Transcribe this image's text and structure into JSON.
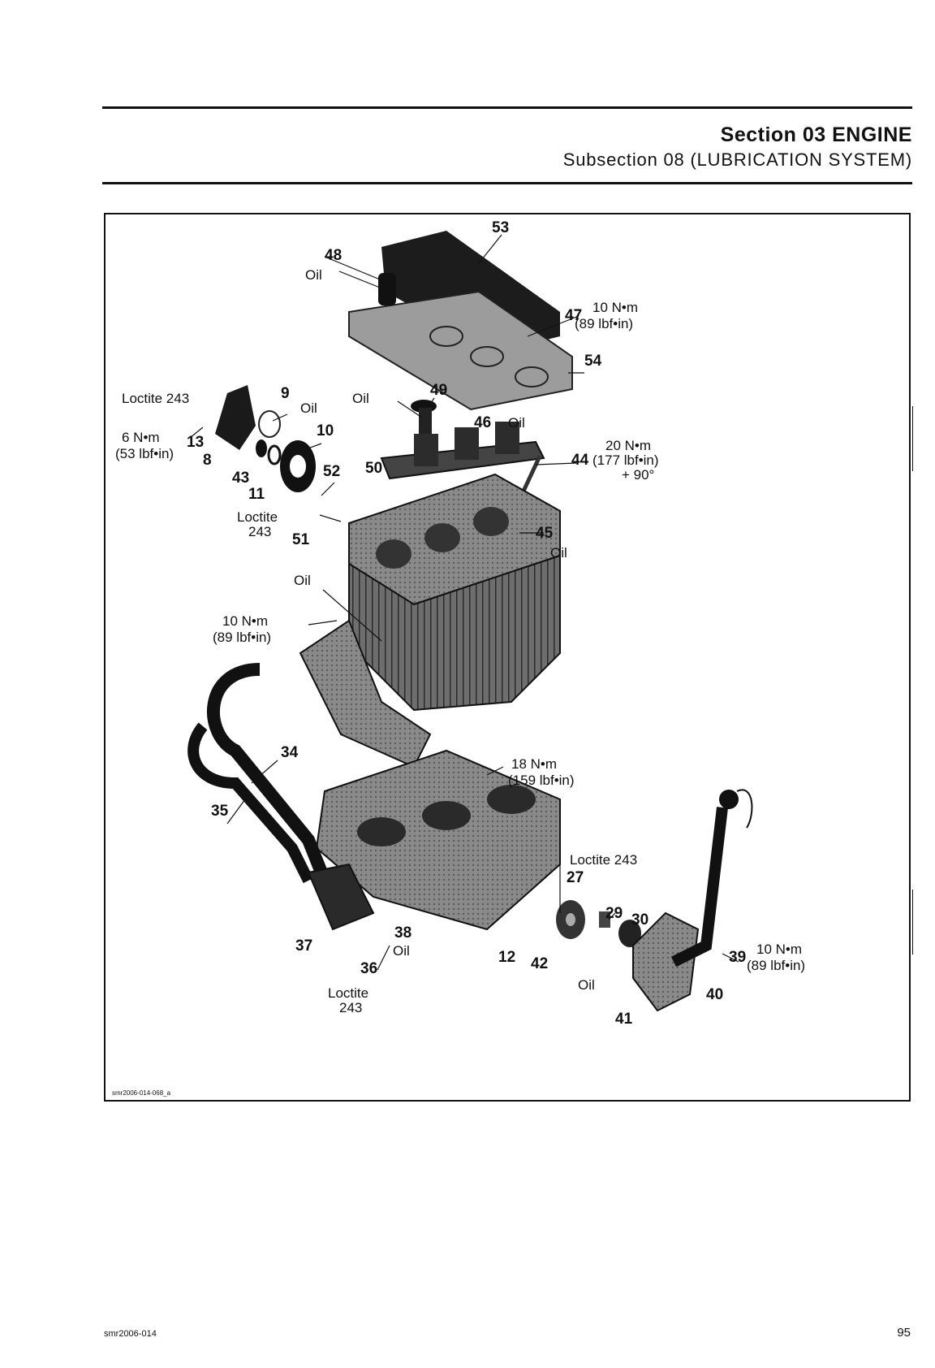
{
  "header": {
    "section": "Section 03 ENGINE",
    "subsection": "Subsection 08 (LUBRICATION SYSTEM)"
  },
  "figure": {
    "code": "smr2006-014-068_a",
    "callouts": {
      "n53": "53",
      "n48": "48",
      "oil_48": "Oil",
      "n47": "47",
      "torque_47a": "10 N•m",
      "torque_47b": "(89 lbf•in)",
      "n54": "54",
      "n9": "9",
      "oil_9": "Oil",
      "n49": "49",
      "oil_49": "Oil",
      "loctite_top": "Loctite 243",
      "n10": "10",
      "n46": "46",
      "oil_46": "Oil",
      "torque_13a": "6 N•m",
      "n13": "13",
      "torque_13b": "(53 lbf•in)",
      "n8": "8",
      "n43": "43",
      "n11": "11",
      "n52": "52",
      "n50": "50",
      "torque_44a": "20 N•m",
      "n44": "44",
      "torque_44b": "(177 lbf•in)",
      "torque_44c": "+ 90°",
      "loctite_51a": "Loctite",
      "loctite_51b": "243",
      "n51": "51",
      "n45": "45",
      "oil_45": "Oil",
      "oil_center": "Oil",
      "torque_mid_a": "10 N•m",
      "torque_mid_b": "(89 lbf•in)",
      "n34": "34",
      "n35": "35",
      "torque_18a": "18 N•m",
      "torque_18b": "(159 lbf•in)",
      "loctite_27": "Loctite 243",
      "n27": "27",
      "n29": "29",
      "n30": "30",
      "n38": "38",
      "oil_38": "Oil",
      "n37": "37",
      "n36": "36",
      "loctite_36a": "Loctite",
      "loctite_36b": "243",
      "n12": "12",
      "n42": "42",
      "oil_42": "Oil",
      "n39": "39",
      "torque_39a": "10 N•m",
      "torque_39b": "(89 lbf•in)",
      "n40": "40",
      "n41": "41"
    }
  },
  "footer": {
    "code": "smr2006-014",
    "page_number": "95"
  }
}
